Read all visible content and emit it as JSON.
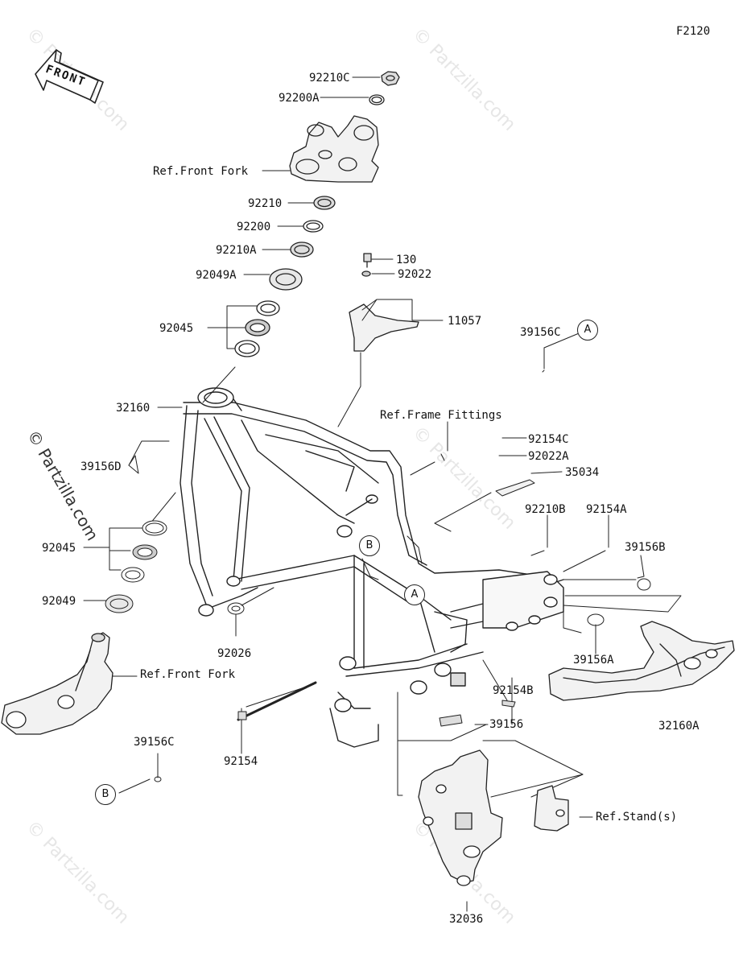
{
  "diagram": {
    "figure_id": "F2120",
    "front_marker": "FRONT",
    "watermark": "© Partzilla.com",
    "parts": {
      "p92210C": "92210C",
      "p92200A": "92200A",
      "refFrontForkTop": "Ref.Front Fork",
      "p92210": "92210",
      "p92200": "92200",
      "p92210A": "92210A",
      "p92049A": "92049A",
      "p92045Top": "92045",
      "p130": "130",
      "p92022": "92022",
      "p11057": "11057",
      "p39156C_top": "39156C",
      "p32160": "32160",
      "refFrameFittings": "Ref.Frame Fittings",
      "p39156D": "39156D",
      "p92154C": "92154C",
      "p92022A": "92022A",
      "p35034": "35034",
      "p92210B": "92210B",
      "p92154A": "92154A",
      "p39156B": "39156B",
      "p92045Bottom": "92045",
      "p92049": "92049",
      "p92026": "92026",
      "refFrontForkBottom": "Ref.Front Fork",
      "p39156A": "39156A",
      "p92154B": "92154B",
      "p32160A": "32160A",
      "p39156": "39156",
      "p39156C_bottom": "39156C",
      "p92154": "92154",
      "refStands": "Ref.Stand(s)",
      "p32036": "32036"
    },
    "markers": {
      "a_top": "A",
      "a_frame": "A",
      "b_frame": "B",
      "b_bottom": "B"
    }
  }
}
